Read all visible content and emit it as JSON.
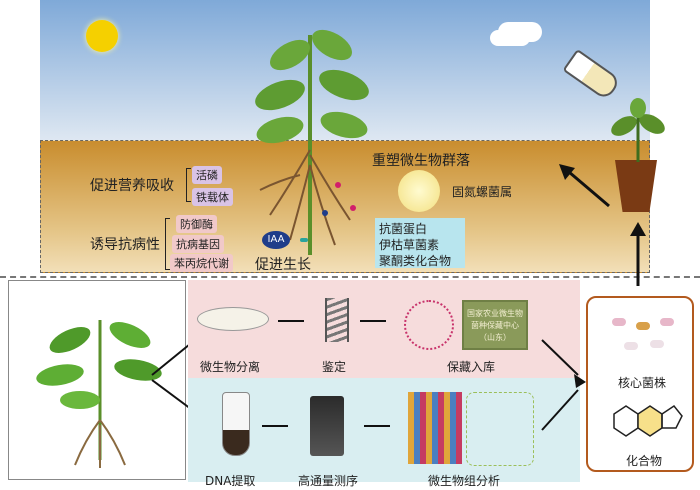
{
  "top": {
    "reshape_title": "重塑微生物群落",
    "nitrogen_label": "固氮螺菌属",
    "nutrient_title": "促进营养吸收",
    "nutrient_tags": [
      "活磷",
      "铁载体"
    ],
    "disease_title": "诱导抗病性",
    "disease_tags": [
      "防御酶",
      "抗病基因",
      "苯丙烷代谢"
    ],
    "iaa_label": "IAA",
    "growth_label": "促进生长",
    "antibacterial_items": [
      "抗菌蛋白",
      "伊枯草菌素",
      "聚酮类化合物"
    ]
  },
  "bottom": {
    "isolation_label": "微生物分离",
    "identify_label": "鉴定",
    "storage_label": "保藏入库",
    "certificate_text": "国家农业微生物菌种保藏中心",
    "certificate_sub": "（山东）",
    "dna_label": "DNA提取",
    "sequencing_label": "高通量测序",
    "analysis_label": "微生物组分析"
  },
  "right": {
    "core_strain_label": "核心菌株",
    "compound_label": "化合物"
  },
  "colors": {
    "soil": "#c98d2e",
    "sky": "#7fa9d8",
    "pink_band": "#f6dcdc",
    "cyan_band": "#d9eef1",
    "core_border": "#b35a1e",
    "leaf": "#6aa73a"
  }
}
